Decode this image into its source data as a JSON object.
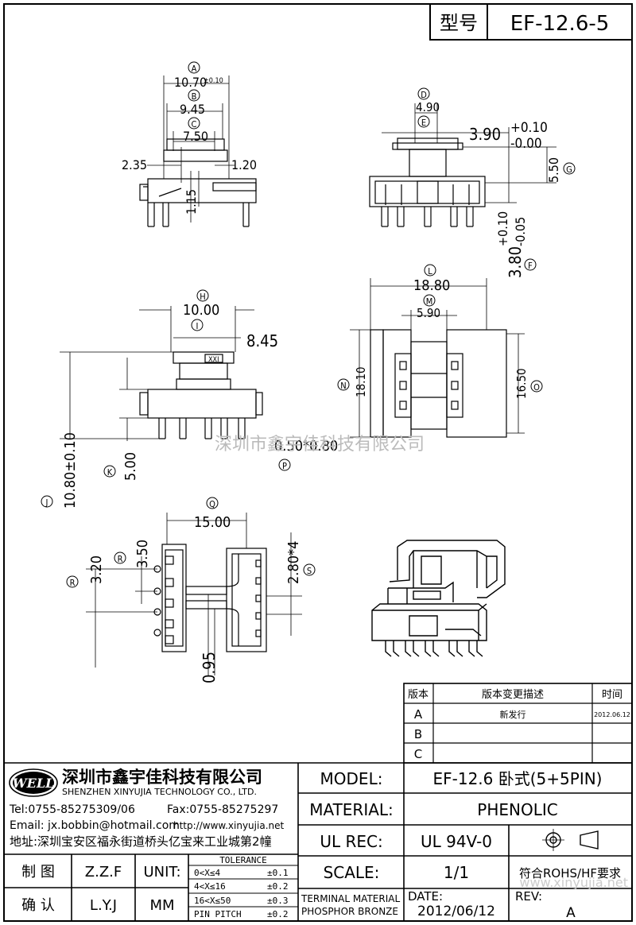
{
  "header": {
    "type_label": "型号",
    "model_code": "EF-12.6-5"
  },
  "watermark": {
    "center": "深圳市鑫宇佳科技有限公司",
    "bottom_right": "www.xinyujia.net"
  },
  "views": {
    "front": {
      "dims": [
        {
          "mark": "A",
          "value": "10.70",
          "tol": "±0.10"
        },
        {
          "mark": "B",
          "value": "9.45"
        },
        {
          "mark": "C",
          "value": "7.50"
        }
      ],
      "side_left": "2.35",
      "side_right": "1.20",
      "vertical": "1.15"
    },
    "side": {
      "dims": [
        {
          "mark": "D",
          "value": "4.90"
        },
        {
          "mark": "E",
          "value": ""
        }
      ],
      "h390": "3.90",
      "h390_tol_plus": "+0.10",
      "h390_tol_minus": "-0.00",
      "g_value": "5.50",
      "g_mark": "G",
      "f_value": "3.80",
      "f_tol_plus": "+0.10",
      "f_tol_minus": "-0.05",
      "f_mark": "F"
    },
    "top": {
      "h_mark": "H",
      "h_value": "10.00",
      "i_mark": "I",
      "i_value": "8.45",
      "j_mark": "J",
      "j_value": "10.80±0.10",
      "k_mark": "K",
      "k_value": "5.00",
      "p_mark": "P",
      "p_value": "0.50*0.80",
      "pin_text": "XXI"
    },
    "plan": {
      "l_mark": "L",
      "l_value": "18.80",
      "m_mark": "M",
      "m_value": "5.90",
      "n_mark": "N",
      "n_value": "18.10",
      "o_mark": "O",
      "o_value": "16.50"
    },
    "bottom": {
      "q_mark": "Q",
      "q_value": "15.00",
      "r_mark": "R",
      "r_value": "3.20",
      "r2_value": "3.50",
      "s_mark": "S",
      "s_value": "2.80*4",
      "t_value": "0.95"
    }
  },
  "revision_table": {
    "headers": [
      "版本",
      "版本变更描述",
      "时间"
    ],
    "rows": [
      {
        "ver": "A",
        "desc": "新发行",
        "date": "2012.06.12"
      },
      {
        "ver": "B",
        "desc": "",
        "date": ""
      },
      {
        "ver": "C",
        "desc": "",
        "date": ""
      }
    ]
  },
  "company": {
    "logo_text": "WELL",
    "name_cn": "深圳市鑫宇佳科技有限公司",
    "name_en": "SHENZHEN XINYUJIA TECHNOLOGY CO., LTD.",
    "tel": "Tel:0755-85275309/06",
    "fax": "Fax:0755-85275297",
    "email": "Email: jx.bobbin@hotmail.com",
    "http": "http://www.xinyujia.net",
    "address": "地址:深圳宝安区福永街道桥头亿宝来工业城第2幢"
  },
  "title_block": {
    "model_label": "MODEL:",
    "model_value": "EF-12.6 卧式(5+5PIN)",
    "material_label": "MATERIAL:",
    "material_value": "PHENOLIC",
    "ulrec_label": "UL REC:",
    "ulrec_value": "UL 94V-0",
    "scale_label": "SCALE:",
    "scale_value": "1/1",
    "rohs": "符合ROHS/HF要求",
    "terminal_label1": "TERMINAL MATERIAL",
    "terminal_label2": "PHOSPHOR BRONZE",
    "date_label": "DATE:",
    "date_value": "2012/06/12",
    "rev_label": "REV:",
    "rev_value": "A",
    "draw_label": "制 图",
    "draw_value": "Z.Z.F",
    "check_label": "确 认",
    "check_value": "L.Y.J",
    "unit_label": "UNIT:",
    "unit_value": "MM",
    "tolerance_title": "TOLERANCE",
    "tolerance_rows": [
      {
        "range": "0<X≤4",
        "tol": "±0.1"
      },
      {
        "range": "4<X≤16",
        "tol": "±0.2"
      },
      {
        "range": "16<X≤50",
        "tol": "±0.3"
      },
      {
        "range": "PIN PITCH",
        "tol": "±0.2"
      }
    ]
  }
}
